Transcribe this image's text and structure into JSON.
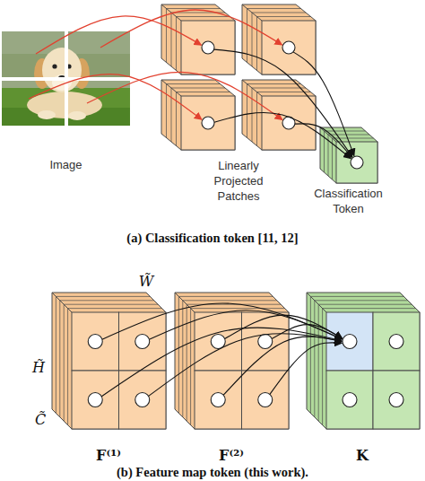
{
  "diagram": {
    "nodes": [
      {
        "text": [
          "Image"
        ]
      },
      {
        "text": [
          "Linearly Projected Patches"
        ]
      },
      {
        "text": [
          "Classification Token"
        ]
      },
      {
        "text": [
          "F⁽¹⁾"
        ]
      },
      {
        "text": [
          "F⁽²⁾"
        ]
      },
      {
        "text": [
          "K"
        ]
      }
    ],
    "edges": [
      {
        "from": 0,
        "to": 1,
        "arrow": "to"
      },
      {
        "from": 1,
        "to": 2,
        "arrow": "to"
      },
      {
        "from": 3,
        "to": 5,
        "arrow": "to"
      },
      {
        "from": 4,
        "to": 5,
        "arrow": "to"
      }
    ],
    "labels": [
      "(a) Classification token [11, 12]",
      "W̃",
      "H̃",
      "C̃",
      "(b) Feature map token (this work)."
    ]
  }
}
